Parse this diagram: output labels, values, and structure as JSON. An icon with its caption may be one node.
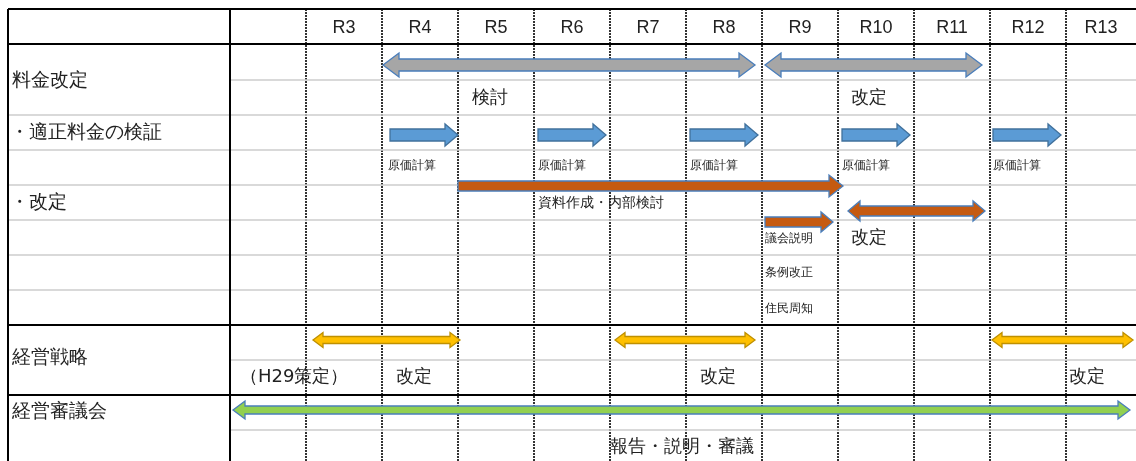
{
  "diagram": {
    "labels": [
      "R3",
      "R4",
      "R5",
      "R6",
      "R7",
      "R8",
      "R9",
      "R10",
      "R11",
      "R12",
      "R13",
      "料金改定",
      "検討",
      "改定",
      "・適正料金の検証",
      "原価計算",
      "原価計算",
      "原価計算",
      "原価計算",
      "原価計算",
      "・改定",
      "資料作成・内部検討",
      "議会説明",
      "改定",
      "条例改正",
      "住民周知",
      "経営戦略",
      "（H29策定）",
      "改定",
      "改定",
      "改定",
      "経営審議会",
      "報告・説明・審議"
    ]
  }
}
